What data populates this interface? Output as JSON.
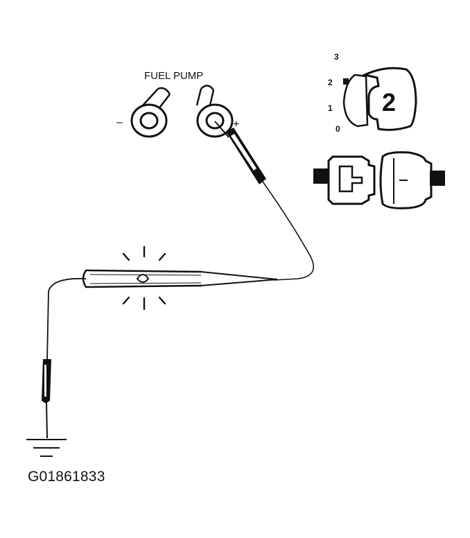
{
  "diagram": {
    "title": "FUEL PUMP",
    "terminal_negative": "–",
    "terminal_positive": "+",
    "ignition_switch": {
      "positions": [
        "3",
        "2",
        "1",
        "0"
      ],
      "selected_position": "2",
      "key_number": "2"
    },
    "figure_id": "G01861833"
  },
  "colors": {
    "ink": "#111111",
    "background": "#ffffff"
  }
}
